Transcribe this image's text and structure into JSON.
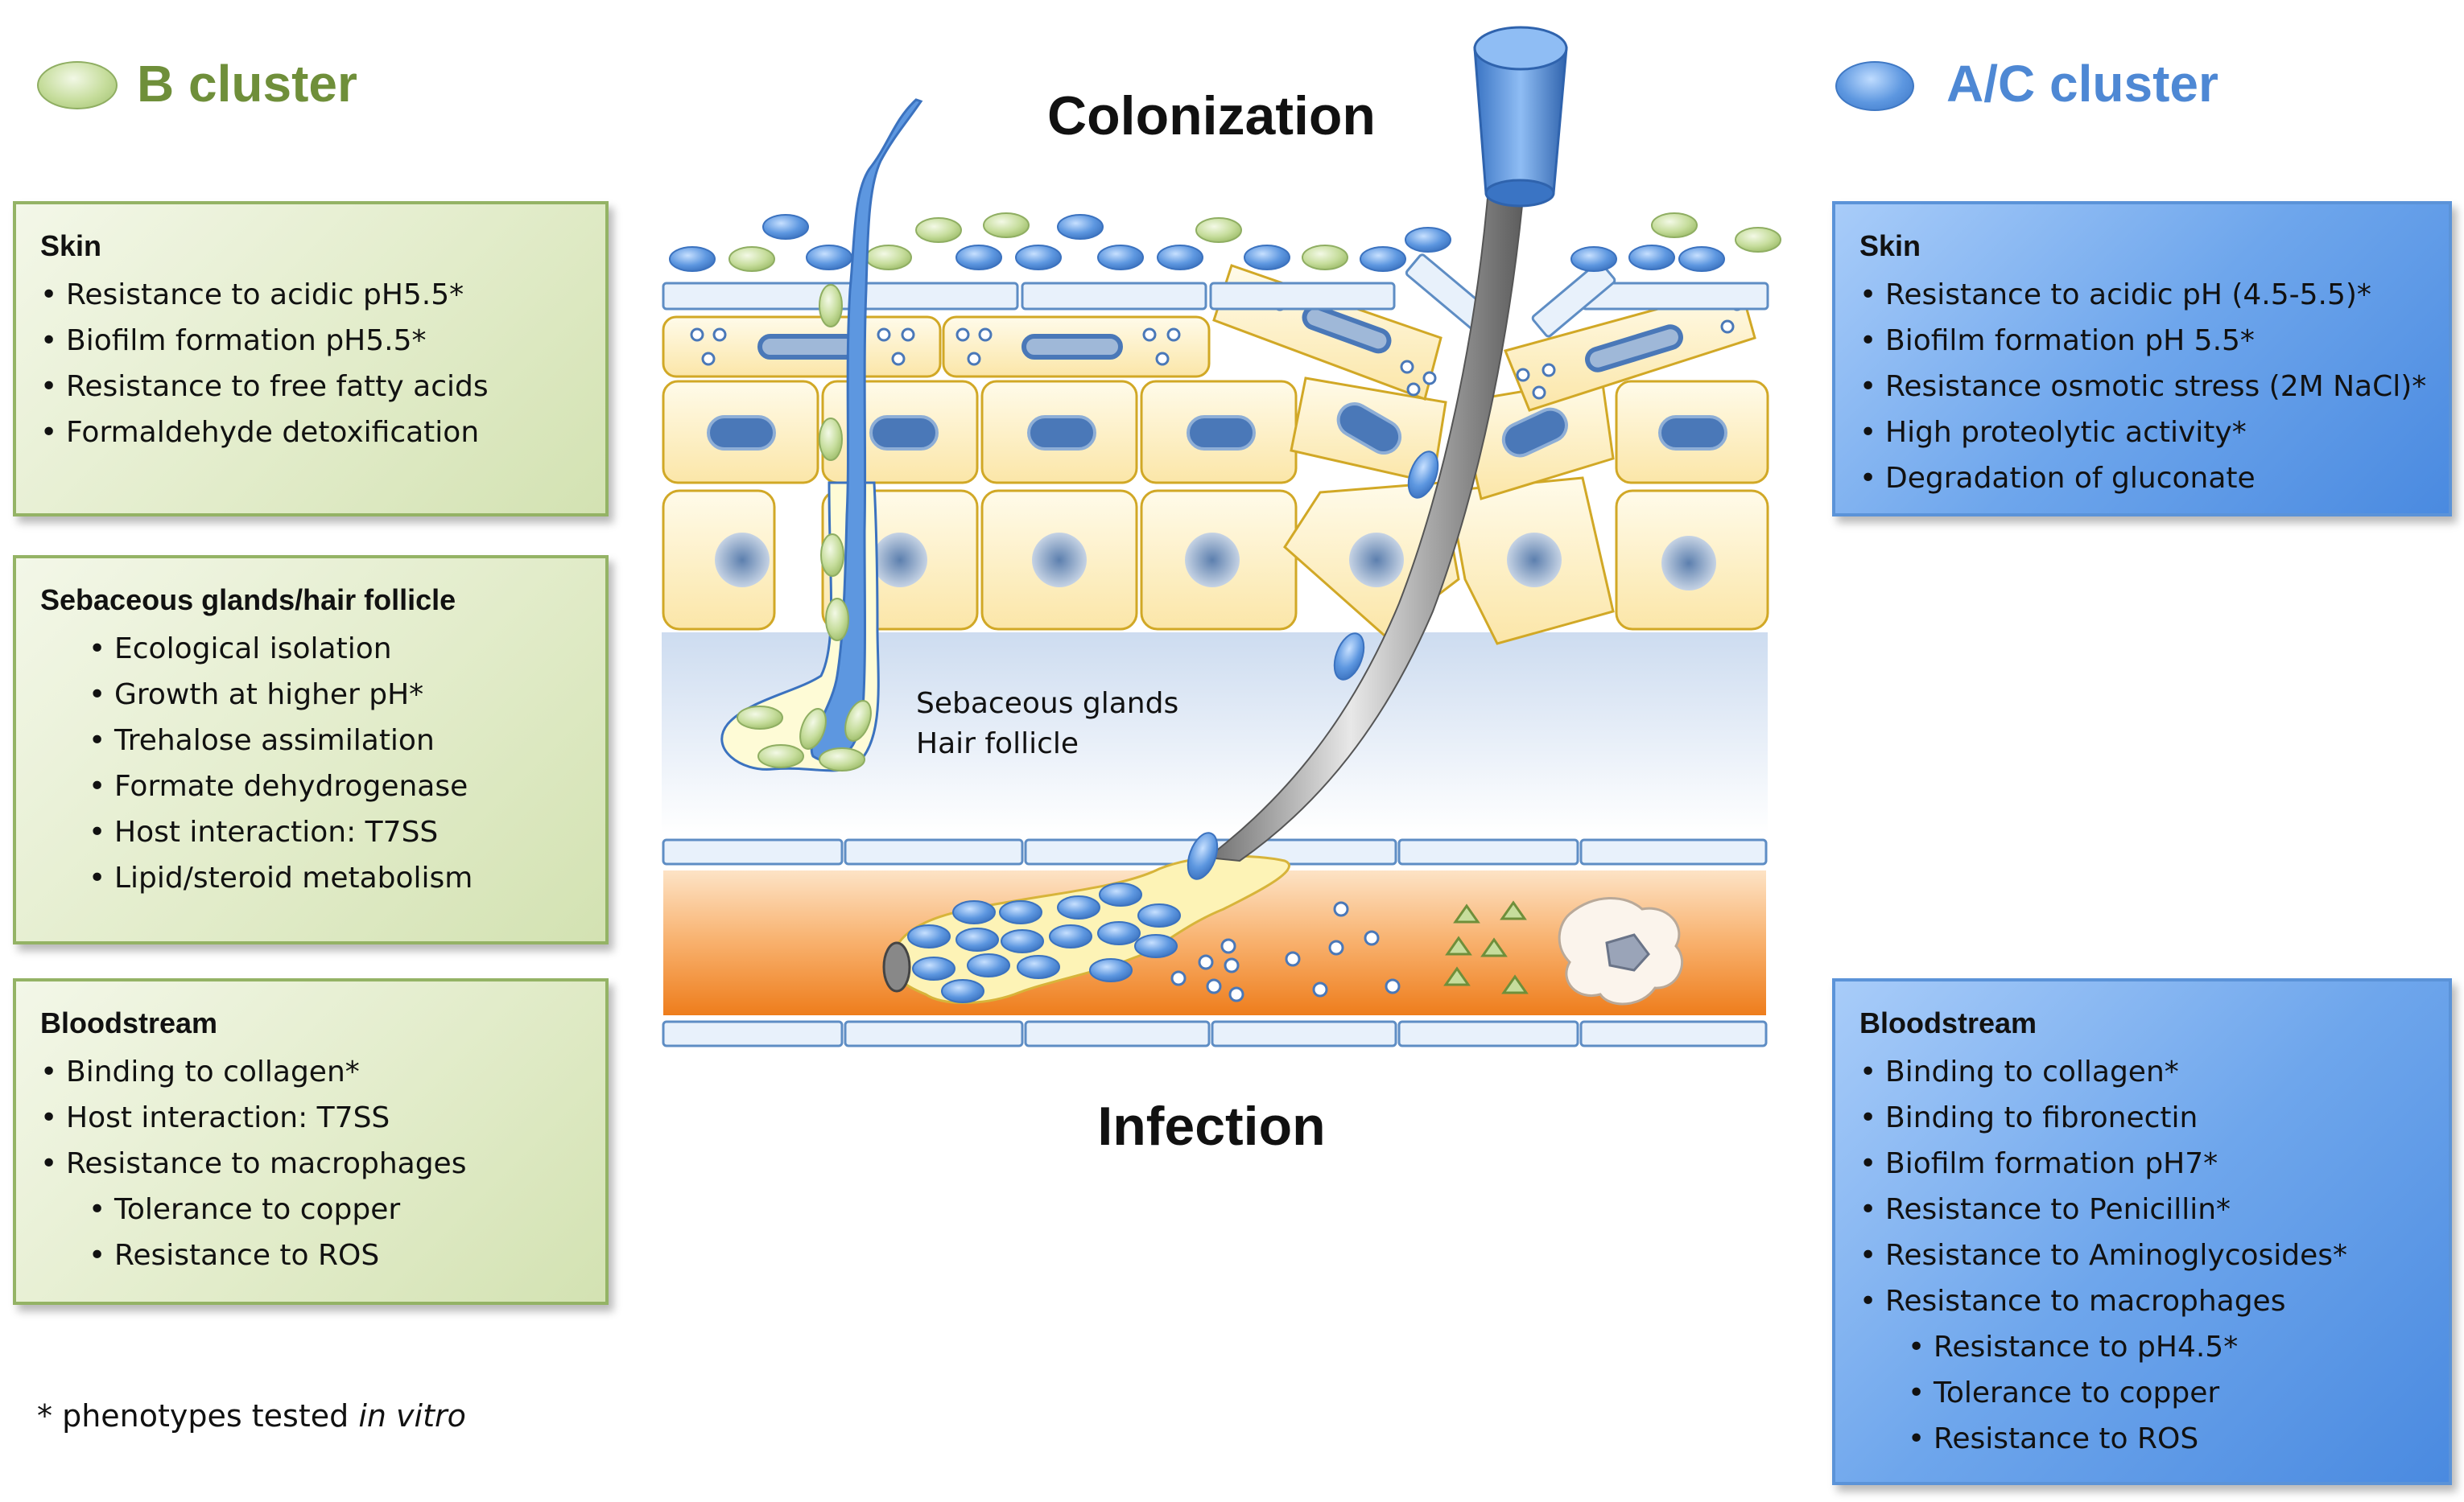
{
  "legend": {
    "b_cluster": {
      "label": "B cluster",
      "color": "#6f8f3a",
      "icon": "green-bacterium-icon",
      "icon_color": "#c6dd9c"
    },
    "ac_cluster": {
      "label": "A/C cluster",
      "color": "#4e88d4",
      "icon": "blue-bacterium-icon",
      "icon_color": "#5d97e0"
    }
  },
  "center": {
    "top_label": "Colonization",
    "bottom_label": "Infection",
    "gland_label_1": "Sebaceous glands",
    "gland_label_2": "Hair follicle"
  },
  "b_panels": {
    "skin": {
      "title": "Skin",
      "items": [
        "Resistance to acidic pH5.5*",
        "Biofilm formation pH5.5*",
        "Resistance to free fatty acids",
        "Formaldehyde detoxification"
      ]
    },
    "glands": {
      "title": "Sebaceous glands/hair follicle",
      "items": [
        "Ecological isolation",
        "Growth at higher pH*",
        "Trehalose assimilation",
        "Formate dehydrogenase",
        "Host interaction: T7SS",
        "Lipid/steroid metabolism"
      ]
    },
    "blood": {
      "title": "Bloodstream",
      "items": [
        "Binding to collagen*",
        "Host interaction: T7SS",
        "Resistance to macrophages"
      ],
      "subitems": [
        "Tolerance to copper",
        "Resistance to ROS"
      ]
    }
  },
  "ac_panels": {
    "skin": {
      "title": "Skin",
      "items": [
        "Resistance to acidic pH (4.5-5.5)*",
        "Biofilm formation pH 5.5*",
        "Resistance osmotic stress (2M NaCl)*",
        "High proteolytic activity*",
        "Degradation of gluconate"
      ]
    },
    "blood": {
      "title": "Bloodstream",
      "items": [
        "Binding to collagen*",
        "Binding to fibronectin",
        "Biofilm formation pH7*",
        "Resistance to Penicillin*",
        "Resistance to Aminoglycosides*",
        "Resistance to macrophages"
      ],
      "subitems": [
        "Resistance to pH4.5*",
        "Tolerance to copper",
        "Resistance to ROS"
      ]
    }
  },
  "footnote": {
    "prefix": "* phenotypes tested ",
    "italic": "in vitro"
  },
  "colors": {
    "green_bacteria": "#c6dd9c",
    "blue_bacteria": "#5d97e0",
    "cell_fill": "#fdefc0",
    "blood": "#f08a2e"
  }
}
